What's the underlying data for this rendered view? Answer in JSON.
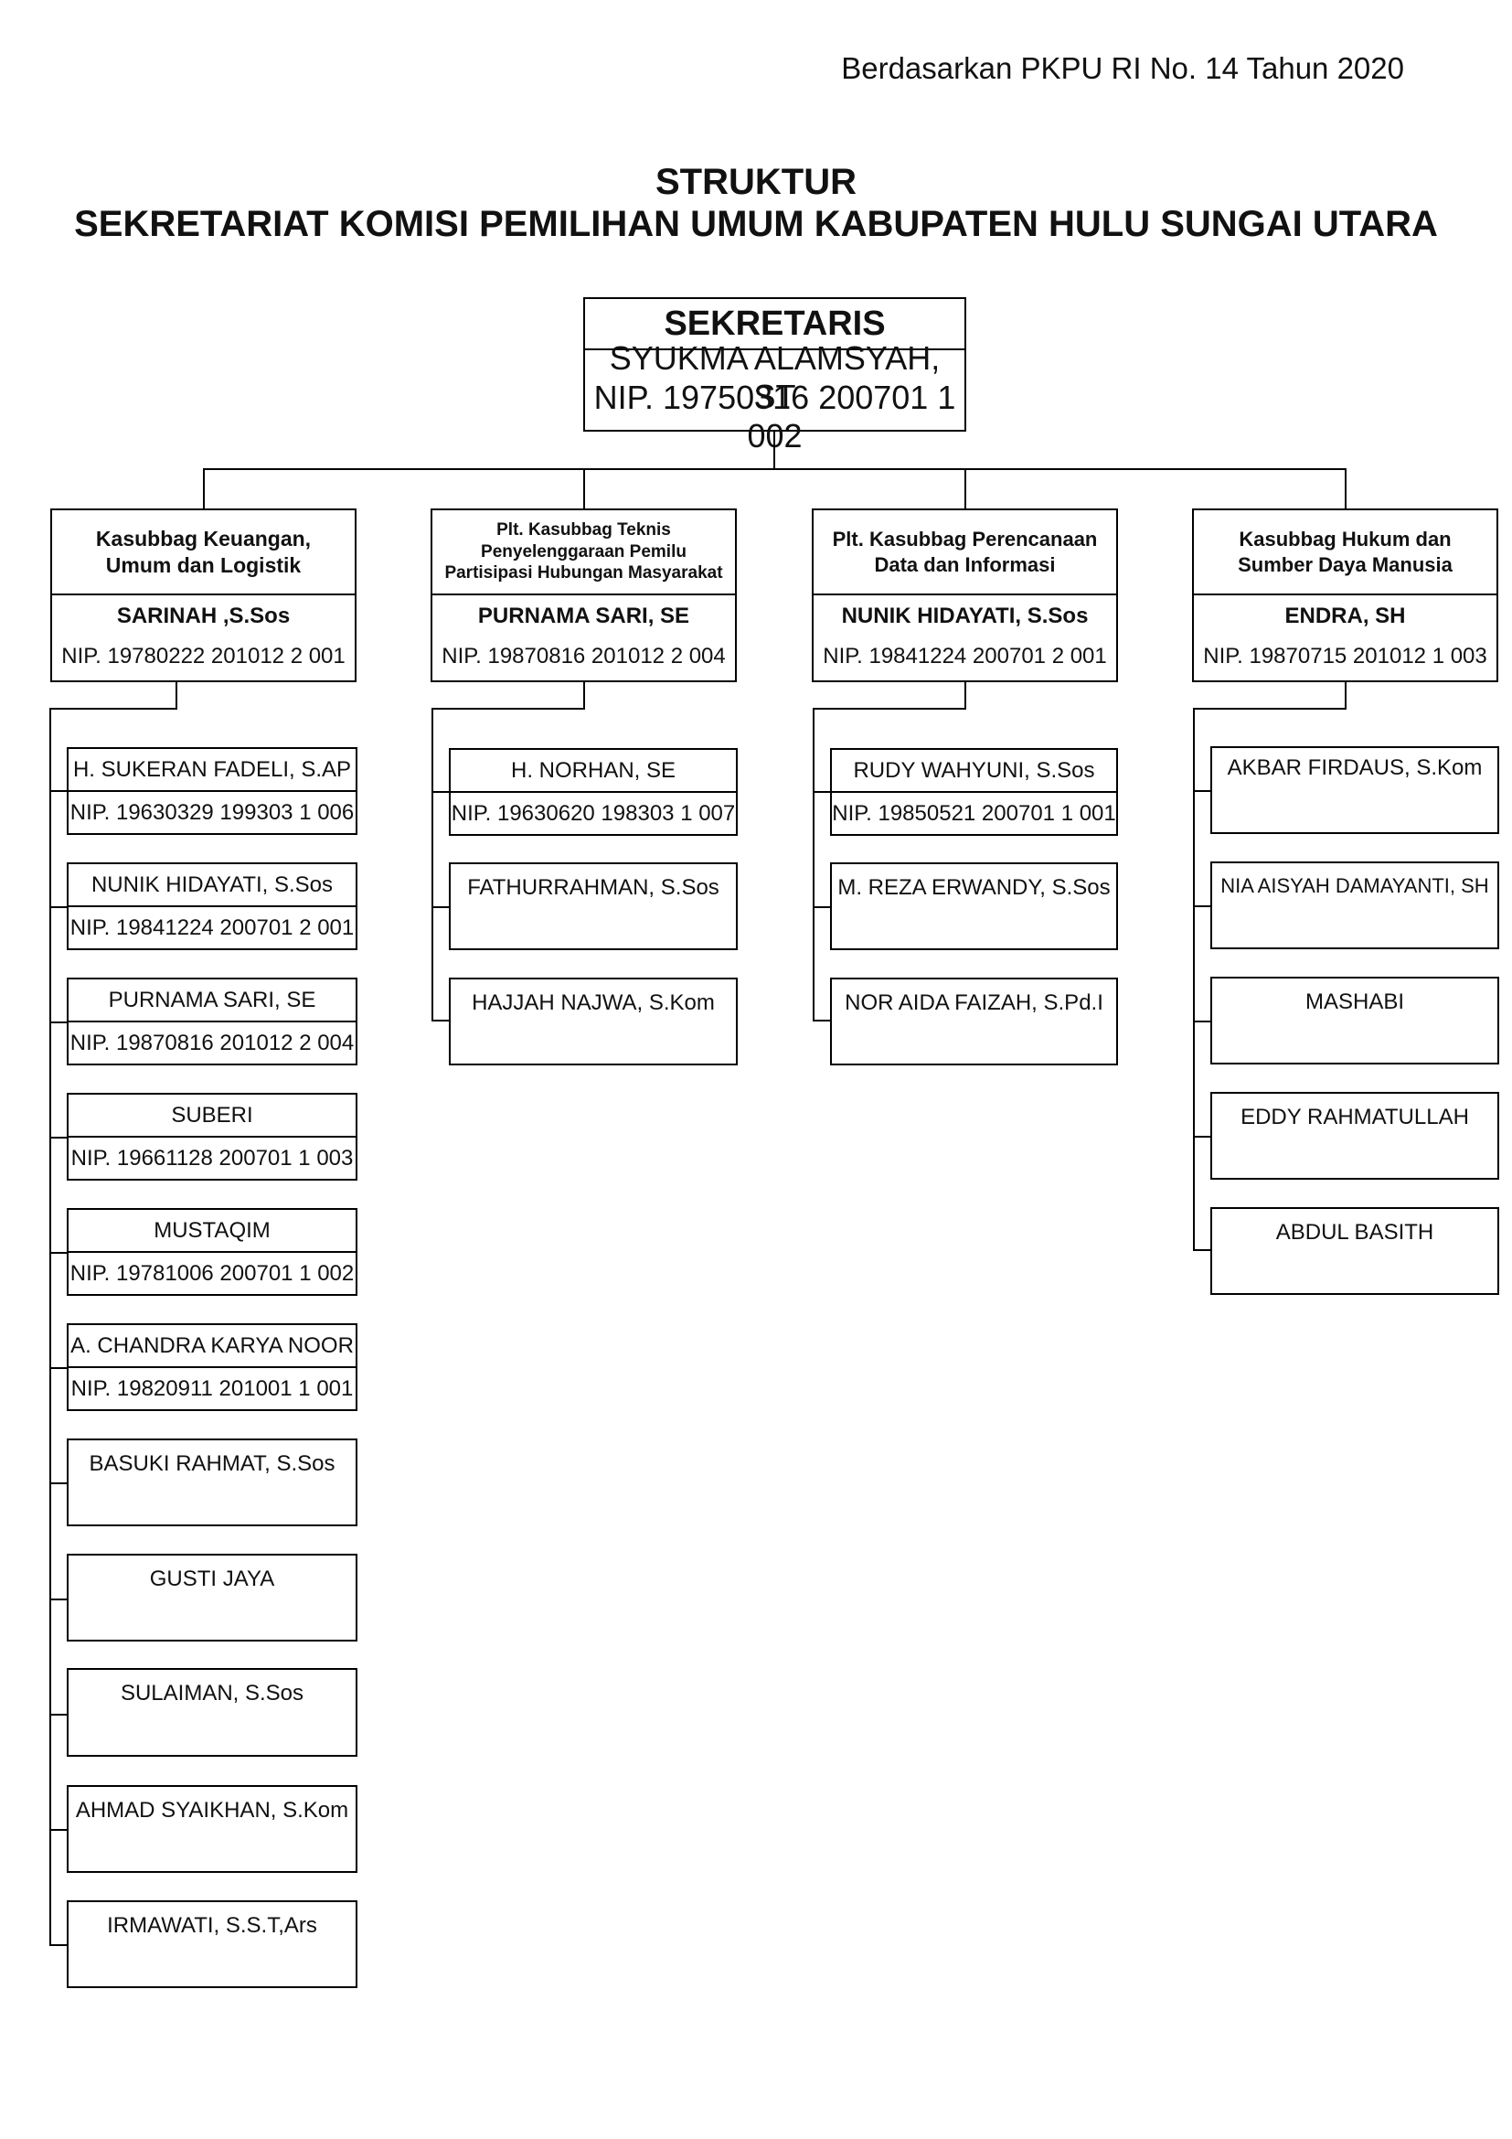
{
  "header": {
    "reference": "Berdasarkan PKPU RI No. 14 Tahun 2020",
    "title_line1": "STRUKTUR",
    "title_line2": "SEKRETARIAT KOMISI PEMILIHAN UMUM KABUPATEN HULU SUNGAI UTARA"
  },
  "secretary": {
    "title": "SEKRETARIS",
    "name": "SYUKMA ALAMSYAH, ST",
    "nip": "NIP. 19750316 200701 1 002"
  },
  "units": [
    {
      "title_lines": [
        "Kasubbag Keuangan,",
        "Umum dan Logistik"
      ],
      "head_name": "SARINAH ,S.Sos",
      "head_nip": "NIP. 19780222 201012 2 001",
      "staff": [
        {
          "name": "H. SUKERAN FADELI, S.AP",
          "nip": "NIP. 19630329 199303 1 006"
        },
        {
          "name": "NUNIK HIDAYATI, S.Sos",
          "nip": "NIP. 19841224 200701 2 001"
        },
        {
          "name": "PURNAMA SARI, SE",
          "nip": "NIP. 19870816 201012 2 004"
        },
        {
          "name": "SUBERI",
          "nip": "NIP. 19661128 200701 1 003"
        },
        {
          "name": "MUSTAQIM",
          "nip": "NIP. 19781006 200701 1 002"
        },
        {
          "name": "A. CHANDRA KARYA NOOR",
          "nip": "NIP. 19820911 201001 1 001"
        },
        {
          "name": "BASUKI RAHMAT, S.Sos",
          "nip": ""
        },
        {
          "name": "GUSTI JAYA",
          "nip": ""
        },
        {
          "name": "SULAIMAN, S.Sos",
          "nip": ""
        },
        {
          "name": "AHMAD SYAIKHAN, S.Kom",
          "nip": ""
        },
        {
          "name": "IRMAWATI, S.S.T,Ars",
          "nip": ""
        }
      ]
    },
    {
      "title_lines": [
        "Plt. Kasubbag Teknis",
        "Penyelenggaraan Pemilu",
        "Partisipasi Hubungan Masyarakat"
      ],
      "head_name": "PURNAMA SARI, SE",
      "head_nip": "NIP. 19870816 201012 2 004",
      "staff": [
        {
          "name": "H. NORHAN, SE",
          "nip": "NIP. 19630620 198303 1 007"
        },
        {
          "name": "FATHURRAHMAN, S.Sos",
          "nip": ""
        },
        {
          "name": "HAJJAH NAJWA, S.Kom",
          "nip": ""
        }
      ]
    },
    {
      "title_lines": [
        "Plt. Kasubbag Perencanaan",
        "Data dan Informasi"
      ],
      "head_name": "NUNIK HIDAYATI, S.Sos",
      "head_nip": "NIP. 19841224 200701 2 001",
      "staff": [
        {
          "name": "RUDY WAHYUNI, S.Sos",
          "nip": "NIP. 19850521 200701 1 001"
        },
        {
          "name": "M. REZA ERWANDY, S.Sos",
          "nip": ""
        },
        {
          "name": "NOR AIDA FAIZAH, S.Pd.I",
          "nip": ""
        }
      ]
    },
    {
      "title_lines": [
        "Kasubbag Hukum dan",
        "Sumber Daya Manusia"
      ],
      "head_name": "ENDRA, SH",
      "head_nip": "NIP. 19870715 201012 1 003",
      "staff": [
        {
          "name": "AKBAR FIRDAUS, S.Kom",
          "nip": ""
        },
        {
          "name": "NIA AISYAH DAMAYANTI, SH",
          "nip": ""
        },
        {
          "name": "MASHABI",
          "nip": ""
        },
        {
          "name": "EDDY RAHMATULLAH",
          "nip": ""
        },
        {
          "name": "ABDUL BASITH",
          "nip": ""
        }
      ]
    }
  ]
}
